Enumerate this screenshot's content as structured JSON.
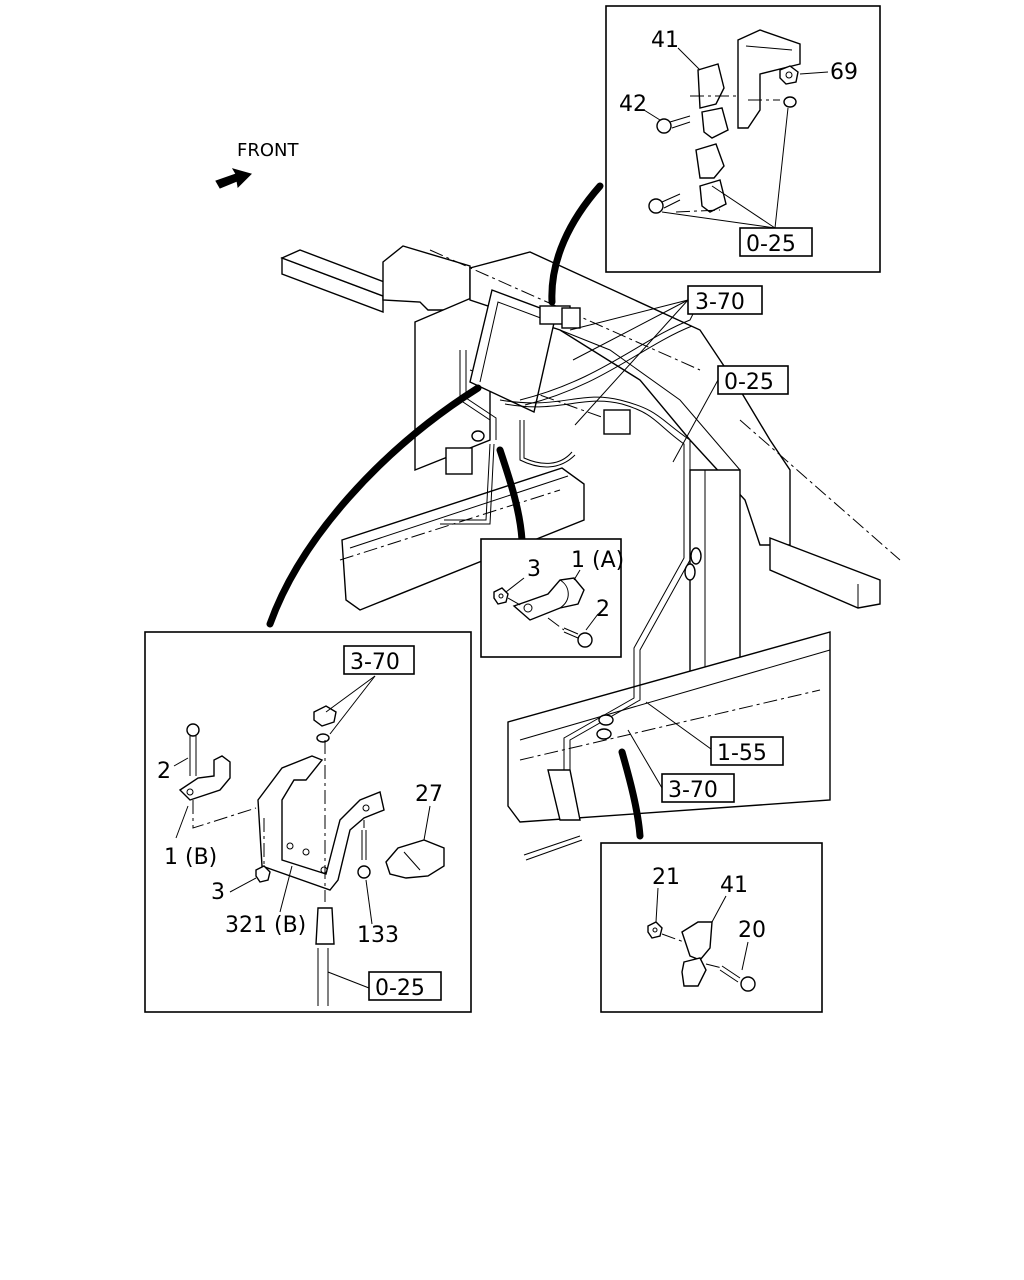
{
  "diagram": {
    "direction_label": "FRONT",
    "direction_icon": "front-arrow-icon",
    "ref_labels": {
      "top_detail": "0-25",
      "main_a": "3-70",
      "main_b": "0-25",
      "main_c": "1-55",
      "main_d": "3-70",
      "left_top": "3-70",
      "left_bottom": "0-25"
    },
    "top_detail": {
      "p41": "41",
      "p42": "42",
      "p69": "69"
    },
    "center_detail": {
      "p3": "3",
      "p1a": "1 (A)",
      "p2": "2"
    },
    "left_detail": {
      "p2": "2",
      "p1b": "1 (B)",
      "p3": "3",
      "p321b": "321 (B)",
      "p133": "133",
      "p27": "27"
    },
    "right_detail": {
      "p21": "21",
      "p41": "41",
      "p20": "20"
    }
  }
}
